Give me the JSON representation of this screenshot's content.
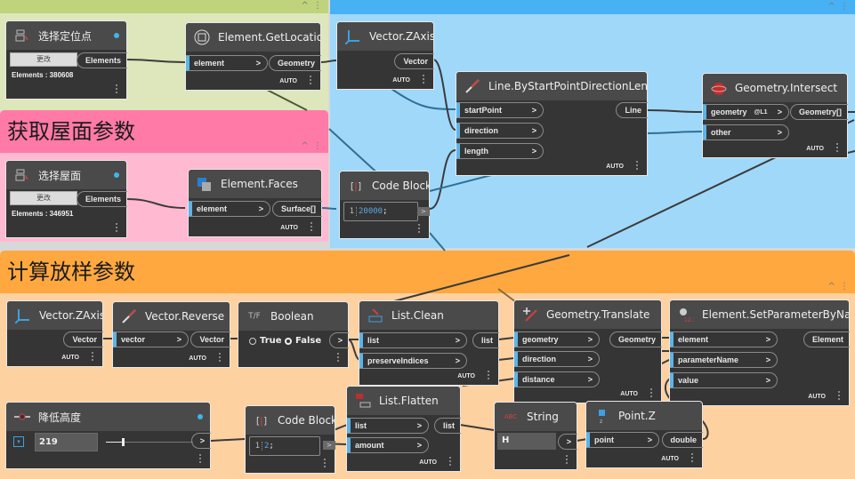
{
  "groups": [
    {
      "id": "group-select-location",
      "title": "",
      "color": "#bed37c",
      "body_color": "#dde7bb"
    },
    {
      "id": "group-blue",
      "title": "",
      "color": "#48b1f4",
      "body_color": "#a0d8fa"
    },
    {
      "id": "group-roof",
      "title": "获取屋面参数",
      "color": "#ff7aa6",
      "body_color": "#ffb9d1"
    },
    {
      "id": "group-layout",
      "title": "计算放样参数",
      "color": "#ffa840",
      "body_color": "#fed1a0"
    }
  ],
  "nodes": {
    "select_point": {
      "title": "选择定位点",
      "button": "更改",
      "output": "Elements",
      "status": "Elements : 380608"
    },
    "get_location": {
      "title": "Element.GetLocation",
      "inputs": [
        "element"
      ],
      "output": "Geometry",
      "lacing": "AUTO"
    },
    "zaxis_top": {
      "title": "Vector.ZAxis",
      "output": "Vector",
      "lacing": "AUTO"
    },
    "line_by": {
      "title": "Line.ByStartPointDirectionLength",
      "inputs": [
        "startPoint",
        "direction",
        "length"
      ],
      "output": "Line",
      "lacing": "AUTO"
    },
    "intersect": {
      "title": "Geometry.Intersect",
      "inputs": [
        "geometry",
        "other"
      ],
      "level_tag": "@L1",
      "output": "Geometry[]",
      "lacing": "AUTO"
    },
    "select_roof": {
      "title": "选择屋面",
      "button": "更改",
      "output": "Elements",
      "status": "Elements : 346951"
    },
    "faces": {
      "title": "Element.Faces",
      "inputs": [
        "element"
      ],
      "output": "Surface[]",
      "lacing": "AUTO"
    },
    "code_top": {
      "title": "Code Block",
      "line": "1",
      "code_value": "20000",
      "code_end": ";",
      "out": ">"
    },
    "zaxis_bot": {
      "title": "Vector.ZAxis",
      "output": "Vector",
      "lacing": "AUTO"
    },
    "reverse": {
      "title": "Vector.Reverse",
      "inputs": [
        "vector"
      ],
      "output": "Vector",
      "lacing": "AUTO"
    },
    "boolean": {
      "title": "Boolean",
      "true_label": "True",
      "false_label": "False",
      "selected": "False",
      "out": ">"
    },
    "list_clean": {
      "title": "List.Clean",
      "inputs": [
        "list",
        "preserveIndices"
      ],
      "output": "list",
      "lacing": "AUTO"
    },
    "translate": {
      "title": "Geometry.Translate",
      "inputs": [
        "geometry",
        "direction",
        "distance"
      ],
      "output": "Geometry",
      "lacing": "AUTO"
    },
    "set_param": {
      "title": "Element.SetParameterByName",
      "inputs": [
        "element",
        "parameterName",
        "value"
      ],
      "output": "Element",
      "lacing": "AUTO"
    },
    "slider": {
      "title": "降低高度",
      "value": "219",
      "fraction": 0.19,
      "out": ">"
    },
    "code_bot": {
      "title": "Code Block",
      "line": "1",
      "code_value": "2",
      "code_end": ";",
      "out": ">"
    },
    "flatten": {
      "title": "List.Flatten",
      "inputs": [
        "list",
        "amount"
      ],
      "output": "list",
      "lacing": "AUTO"
    },
    "string": {
      "title": "String",
      "value": "H",
      "out": ">"
    },
    "point_z": {
      "title": "Point.Z",
      "inputs": [
        "point"
      ],
      "output": "double",
      "lacing": "AUTO"
    }
  },
  "colors": {
    "port_accent": "#5eb4e6",
    "node_body": "#353535",
    "node_header": "#4a4a4a",
    "wire": "#3b3b3b",
    "wire_blue": "#2f6f96"
  }
}
